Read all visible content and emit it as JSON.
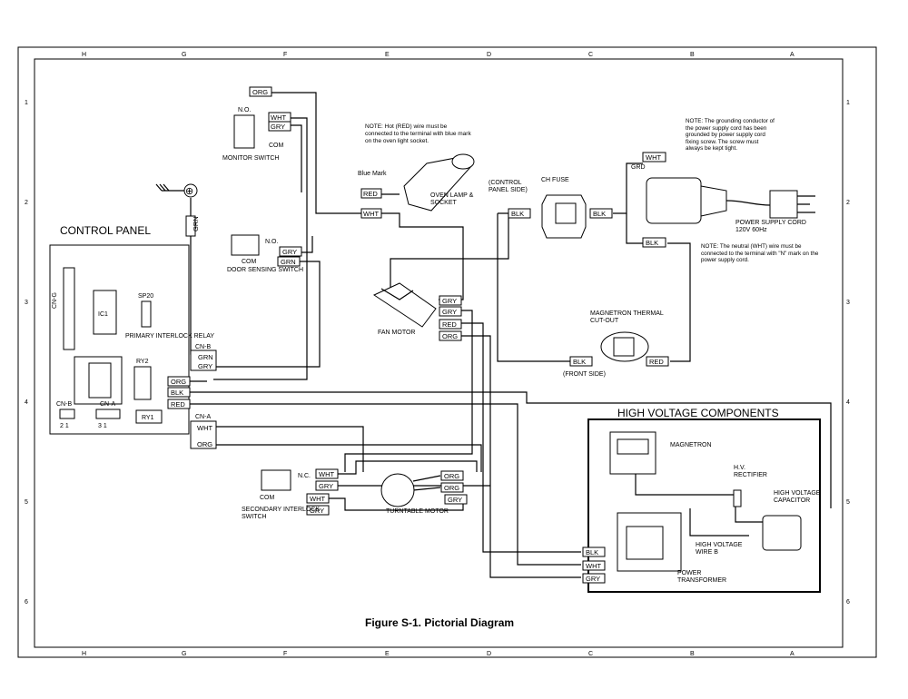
{
  "figure_title": "Figure S-1. Pictorial Diagram",
  "border_letters": [
    "H",
    "G",
    "F",
    "E",
    "D",
    "C",
    "B",
    "A"
  ],
  "border_numbers": [
    "1",
    "2",
    "3",
    "4",
    "5",
    "6"
  ],
  "control_panel": {
    "title": "CONTROL PANEL",
    "cn_g": "CN-G",
    "ic": "IC1",
    "sp": "SP20",
    "relay_label": "PRIMARY INTERLOCK RELAY",
    "ry2": "RY2",
    "ry1": "RY1",
    "cn_b": "CN-B",
    "cn_b_pins": "2  1",
    "cn_a": "CN-A",
    "cn_a_pins": "3  1"
  },
  "switches": {
    "monitor": "MONITOR SWITCH",
    "no": "N.O.",
    "com": "COM",
    "door_sensing": "DOOR SENSING SWITCH",
    "nc": "N.C.",
    "secondary": "SECONDARY INTERLOCK SWITCH"
  },
  "notes": {
    "hot_wire": "NOTE: Hot (RED) wire must be connected to the terminal with blue mark on the oven light socket.",
    "blue_mark": "Blue Mark",
    "oven_lamp": "OVEN LAMP & SOCKET",
    "grounding": "NOTE: The grounding conductor of the power supply cord has been grounded by power supply cord fixing screw. The screw must always be kept tight.",
    "neutral": "NOTE: The neutral (WHT) wire must be connected to the terminal with \"N\" mark on the power supply cord.",
    "grd": "GRD"
  },
  "components": {
    "ch_fuse": "CH FUSE",
    "control_panel_side": "(CONTROL PANEL SIDE)",
    "power_cord": "POWER SUPPLY CORD 120V 60Hz",
    "fan_motor": "FAN MOTOR",
    "magnetron_cutout": "MAGNETRON THERMAL CUT-OUT",
    "front_side": "(FRONT SIDE)",
    "turntable_motor": "TURNTABLE MOTOR",
    "ground_symbol": "⊕"
  },
  "high_voltage": {
    "title": "HIGH VOLTAGE COMPONENTS",
    "magnetron": "MAGNETRON",
    "rectifier": "H.V. RECTIFIER",
    "capacitor": "HIGH VOLTAGE CAPACITOR",
    "wire_b": "HIGH VOLTAGE WIRE B",
    "transformer": "POWER TRANSFORMER"
  },
  "wire_tags": {
    "org": "ORG",
    "wht": "WHT",
    "gry": "GRY",
    "grn": "GRN",
    "red": "RED",
    "blk": "BLK"
  }
}
